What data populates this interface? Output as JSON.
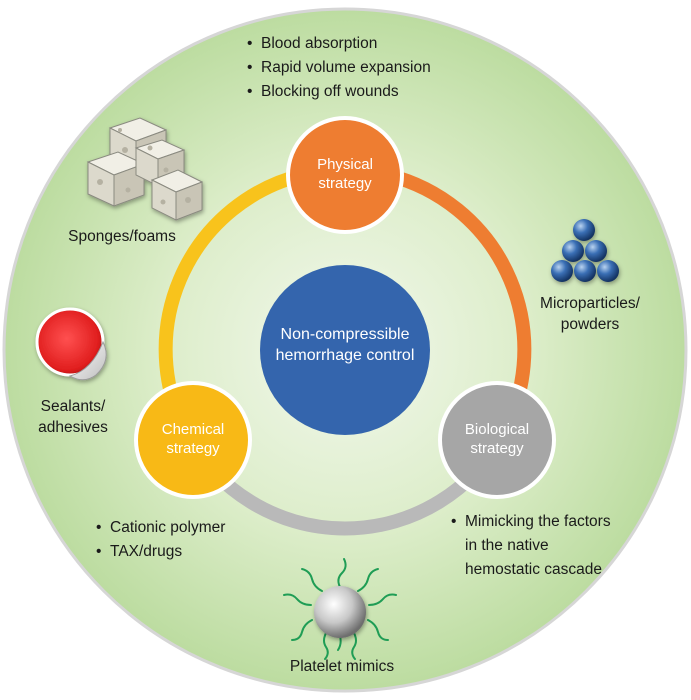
{
  "center": {
    "title": "Non-compressible hemorrhage control"
  },
  "strategies": {
    "physical": {
      "label": "Physical strategy",
      "color": "#ee7d31",
      "points": [
        "Blood absorption",
        "Rapid volume expansion",
        "Blocking off wounds"
      ]
    },
    "biological": {
      "label": "Biological strategy",
      "color": "#a6a6a6",
      "points": [
        "Mimicking the factors in the native hemostatic cascade"
      ]
    },
    "chemical": {
      "label": "Chemical strategy",
      "color": "#f8b916",
      "points": [
        "Cationic polymer",
        "TAX/drugs"
      ]
    }
  },
  "materials": {
    "sponges": "Sponges/foams",
    "microparticles": "Microparticles/ powders",
    "sealants": "Sealants/ adhesives",
    "platelets": "Platelet mimics"
  },
  "colors": {
    "outer_disc": "#c9e3b0",
    "outer_ring": "#d9d9d9",
    "center_node": "#3465ad",
    "arc_physical_biological": "#ee7d31",
    "arc_biological_chemical": "#b4b4b4",
    "arc_chemical_physical": "#f8c31c"
  },
  "icons": {
    "sponges": "sponge-cubes-icon",
    "microparticles": "sphere-pyramid-icon",
    "sealants": "peeling-sticker-icon",
    "platelets": "platelet-sphere-icon"
  }
}
